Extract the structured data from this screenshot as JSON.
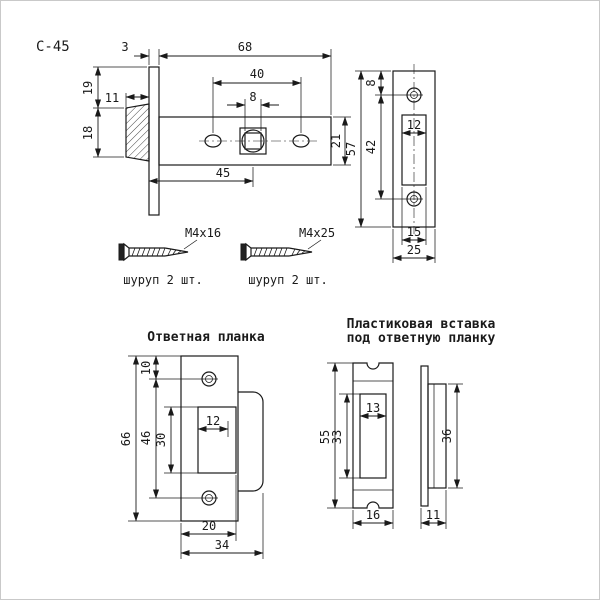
{
  "model_label": "C-45",
  "colors": {
    "ink": "#1a1a1a",
    "background": "#ffffff"
  },
  "latch_side_view": {
    "dims": {
      "faceplate_thickness": "3",
      "body_length": "68",
      "hole_spacing": "40",
      "spindle_square": "8",
      "bolt_protrusion": "11",
      "top_to_bolt": "19",
      "bolt_height": "18",
      "backset": "45",
      "body_height": "21"
    }
  },
  "faceplate_front_view": {
    "dims": {
      "edge_to_hole": "8",
      "hole_spacing": "42",
      "height": "57",
      "opening_width": "12",
      "opening_outer_width": "15",
      "plate_width": "25"
    }
  },
  "screws": {
    "screw1": {
      "label": "M4x16",
      "note": "шуруп 2 шт."
    },
    "screw2": {
      "label": "M4x25",
      "note": "шуруп 2 шт."
    }
  },
  "strike_plate": {
    "title": "Ответная планка",
    "dims": {
      "edge_to_hole": "10",
      "hole_spacing": "46",
      "opening_height": "30",
      "height": "66",
      "opening_width": "12",
      "plate_width": "20",
      "total_width": "34"
    }
  },
  "plastic_insert": {
    "title_line1": "Пластиковая вставка",
    "title_line2": "под ответную планку",
    "dims": {
      "height": "55",
      "opening_height": "33",
      "opening_width": "13",
      "width": "16",
      "body_height": "36",
      "depth": "11"
    }
  }
}
